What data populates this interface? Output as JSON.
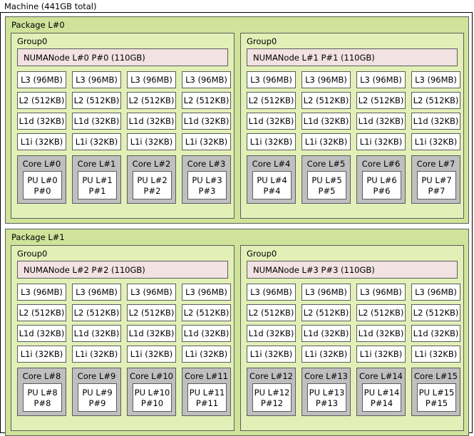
{
  "machine": {
    "label": "Machine (441GB total)"
  },
  "colors": {
    "machine_bg": "#ffffff",
    "machine_border": "#000000",
    "package_bg": "#cfe49a",
    "group_bg": "#e2f0b8",
    "numanode_bg": "#f2e2e2",
    "cache_bg": "#ffffff",
    "core_bg": "#bfbfbf",
    "pu_bg": "#ffffff",
    "box_border": "#5c5c5c"
  },
  "cache_row_labels": [
    "L3 (96MB)",
    "L2 (512KB)",
    "L1d (32KB)",
    "L1i (32KB)"
  ],
  "packages": [
    {
      "label": "Package L#0",
      "groups": [
        {
          "label": "Group0",
          "numanode": "NUMANode L#0 P#0 (110GB)",
          "caches": [
            [
              "L3 (96MB)",
              "L3 (96MB)",
              "L3 (96MB)",
              "L3 (96MB)"
            ],
            [
              "L2 (512KB)",
              "L2 (512KB)",
              "L2 (512KB)",
              "L2 (512KB)"
            ],
            [
              "L1d (32KB)",
              "L1d (32KB)",
              "L1d (32KB)",
              "L1d (32KB)"
            ],
            [
              "L1i (32KB)",
              "L1i (32KB)",
              "L1i (32KB)",
              "L1i (32KB)"
            ]
          ],
          "cores": [
            {
              "label": "Core L#0",
              "pu_l": "PU L#0",
              "pu_p": "P#0"
            },
            {
              "label": "Core L#1",
              "pu_l": "PU L#1",
              "pu_p": "P#1"
            },
            {
              "label": "Core L#2",
              "pu_l": "PU L#2",
              "pu_p": "P#2"
            },
            {
              "label": "Core L#3",
              "pu_l": "PU L#3",
              "pu_p": "P#3"
            }
          ]
        },
        {
          "label": "Group0",
          "numanode": "NUMANode L#1 P#1 (110GB)",
          "caches": [
            [
              "L3 (96MB)",
              "L3 (96MB)",
              "L3 (96MB)",
              "L3 (96MB)"
            ],
            [
              "L2 (512KB)",
              "L2 (512KB)",
              "L2 (512KB)",
              "L2 (512KB)"
            ],
            [
              "L1d (32KB)",
              "L1d (32KB)",
              "L1d (32KB)",
              "L1d (32KB)"
            ],
            [
              "L1i (32KB)",
              "L1i (32KB)",
              "L1i (32KB)",
              "L1i (32KB)"
            ]
          ],
          "cores": [
            {
              "label": "Core L#4",
              "pu_l": "PU L#4",
              "pu_p": "P#4"
            },
            {
              "label": "Core L#5",
              "pu_l": "PU L#5",
              "pu_p": "P#5"
            },
            {
              "label": "Core L#6",
              "pu_l": "PU L#6",
              "pu_p": "P#6"
            },
            {
              "label": "Core L#7",
              "pu_l": "PU L#7",
              "pu_p": "P#7"
            }
          ]
        }
      ]
    },
    {
      "label": "Package L#1",
      "groups": [
        {
          "label": "Group0",
          "numanode": "NUMANode L#2 P#2 (110GB)",
          "caches": [
            [
              "L3 (96MB)",
              "L3 (96MB)",
              "L3 (96MB)",
              "L3 (96MB)"
            ],
            [
              "L2 (512KB)",
              "L2 (512KB)",
              "L2 (512KB)",
              "L2 (512KB)"
            ],
            [
              "L1d (32KB)",
              "L1d (32KB)",
              "L1d (32KB)",
              "L1d (32KB)"
            ],
            [
              "L1i (32KB)",
              "L1i (32KB)",
              "L1i (32KB)",
              "L1i (32KB)"
            ]
          ],
          "cores": [
            {
              "label": "Core L#8",
              "pu_l": "PU L#8",
              "pu_p": "P#8"
            },
            {
              "label": "Core L#9",
              "pu_l": "PU L#9",
              "pu_p": "P#9"
            },
            {
              "label": "Core L#10",
              "pu_l": "PU L#10",
              "pu_p": "P#10"
            },
            {
              "label": "Core L#11",
              "pu_l": "PU L#11",
              "pu_p": "P#11"
            }
          ]
        },
        {
          "label": "Group0",
          "numanode": "NUMANode L#3 P#3 (110GB)",
          "caches": [
            [
              "L3 (96MB)",
              "L3 (96MB)",
              "L3 (96MB)",
              "L3 (96MB)"
            ],
            [
              "L2 (512KB)",
              "L2 (512KB)",
              "L2 (512KB)",
              "L2 (512KB)"
            ],
            [
              "L1d (32KB)",
              "L1d (32KB)",
              "L1d (32KB)",
              "L1d (32KB)"
            ],
            [
              "L1i (32KB)",
              "L1i (32KB)",
              "L1i (32KB)",
              "L1i (32KB)"
            ]
          ],
          "cores": [
            {
              "label": "Core L#12",
              "pu_l": "PU L#12",
              "pu_p": "P#12"
            },
            {
              "label": "Core L#13",
              "pu_l": "PU L#13",
              "pu_p": "P#13"
            },
            {
              "label": "Core L#14",
              "pu_l": "PU L#14",
              "pu_p": "P#14"
            },
            {
              "label": "Core L#15",
              "pu_l": "PU L#15",
              "pu_p": "P#15"
            }
          ]
        }
      ]
    }
  ]
}
